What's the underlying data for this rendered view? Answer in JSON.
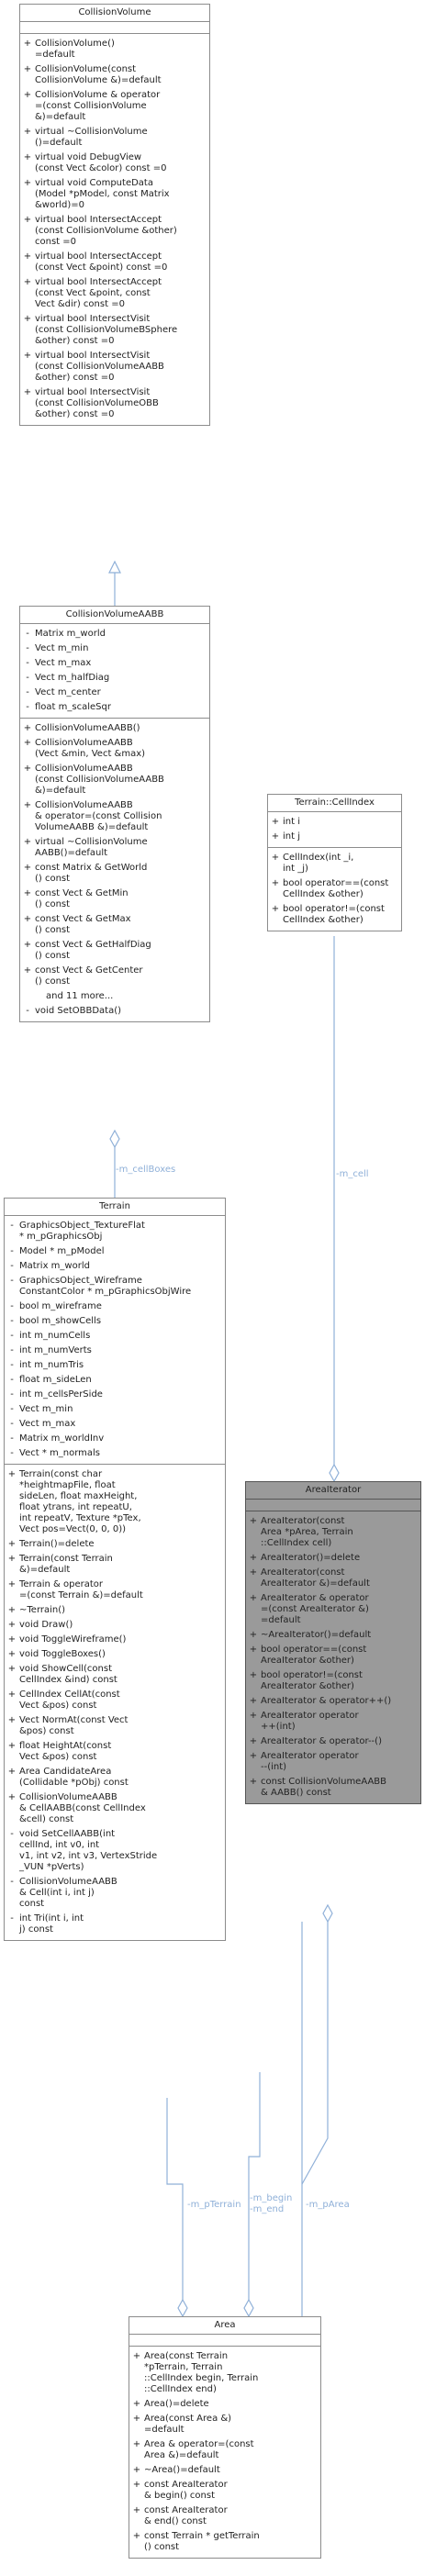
{
  "classes": {
    "collision_volume": {
      "name": "CollisionVolume",
      "methods": [
        "CollisionVolume()\n=default",
        "CollisionVolume(const\nCollisionVolume &)=default",
        "CollisionVolume & operator\n=(const CollisionVolume\n&)=default",
        "virtual ~CollisionVolume\n()=default",
        "virtual void DebugView\n(const Vect &color) const =0",
        "virtual void ComputeData\n(Model *pModel, const Matrix\n&world)=0",
        "virtual bool IntersectAccept\n(const CollisionVolume &other)\nconst =0",
        "virtual bool IntersectAccept\n(const Vect &point) const =0",
        "virtual bool IntersectAccept\n(const Vect &point, const\nVect &dir) const =0",
        "virtual bool IntersectVisit\n(const CollisionVolumeBSphere\n&other) const =0",
        "virtual bool IntersectVisit\n(const CollisionVolumeAABB\n&other) const =0",
        "virtual bool IntersectVisit\n(const CollisionVolumeOBB\n&other) const =0"
      ]
    },
    "collision_volume_aabb": {
      "name": "CollisionVolumeAABB",
      "attributes": [
        "Matrix m_world",
        "Vect m_min",
        "Vect m_max",
        "Vect m_halfDiag",
        "Vect m_center",
        "float m_scaleSqr"
      ],
      "methods": [
        "CollisionVolumeAABB()",
        "CollisionVolumeAABB\n(Vect &min, Vect &max)",
        "CollisionVolumeAABB\n(const CollisionVolumeAABB\n&)=default",
        "CollisionVolumeAABB\n& operator=(const Collision\nVolumeAABB &)=default",
        "virtual ~CollisionVolume\nAABB()=default",
        "const Matrix & GetWorld\n() const",
        "const Vect & GetMin\n() const",
        "const Vect & GetMax\n() const",
        "const Vect & GetHalfDiag\n() const",
        "const Vect & GetCenter\n() const"
      ],
      "more": "and 11 more...",
      "private_methods": [
        "void SetOBBData()"
      ]
    },
    "cell_index": {
      "name": "Terrain::CellIndex",
      "attributes": [
        "int i",
        "int j"
      ],
      "methods": [
        "CellIndex(int _i,\nint _j)",
        "bool operator==(const\nCellIndex &other)",
        "bool operator!=(const\nCellIndex &other)"
      ]
    },
    "terrain": {
      "name": "Terrain",
      "attributes": [
        "GraphicsObject_TextureFlat\n* m_pGraphicsObj",
        "Model * m_pModel",
        "Matrix m_world",
        "GraphicsObject_Wireframe\nConstantColor * m_pGraphicsObjWire",
        "bool m_wireframe",
        "bool m_showCells",
        "int m_numCells",
        "int m_numVerts",
        "int m_numTris",
        "float m_sideLen",
        "int m_cellsPerSide",
        "Vect m_min",
        "Vect m_max",
        "Matrix m_worldInv",
        "Vect * m_normals"
      ],
      "methods": [
        "Terrain(const char\n*heightmapFile, float\nsideLen, float maxHeight,\nfloat ytrans, int repeatU,\nint repeatV, Texture *pTex,\nVect pos=Vect(0, 0, 0))",
        "Terrain()=delete",
        "Terrain(const Terrain\n&)=default",
        "Terrain & operator\n=(const Terrain &)=default",
        "~Terrain()",
        "void Draw()",
        "void ToggleWireframe()",
        "void ToggleBoxes()",
        "void ShowCell(const\nCellIndex &ind) const",
        "CellIndex CellAt(const\nVect &pos) const",
        "Vect NormAt(const Vect\n&pos) const",
        "float HeightAt(const\nVect &pos) const",
        "Area CandidateArea\n(Collidable *pObj) const",
        "CollisionVolumeAABB\n& CellAABB(const CellIndex\n&cell) const"
      ],
      "private_methods": [
        "void SetCellAABB(int\ncellInd, int v0, int\nv1, int v2, int v3, VertexStride\n_VUN *pVerts)",
        "CollisionVolumeAABB\n& Cell(int i, int j)\nconst",
        "int Tri(int i, int\nj) const"
      ]
    },
    "area_iterator": {
      "name": "AreaIterator",
      "methods": [
        "AreaIterator(const\nArea *pArea, Terrain\n::CellIndex cell)",
        "AreaIterator()=delete",
        "AreaIterator(const\nAreaIterator &)=default",
        "AreaIterator & operator\n=(const AreaIterator &)\n=default",
        "~AreaIterator()=default",
        "bool operator==(const\nAreaIterator &other)",
        "bool operator!=(const\nAreaIterator &other)",
        "AreaIterator & operator++()",
        "AreaIterator operator\n++(int)",
        "AreaIterator & operator--()",
        "AreaIterator operator\n--(int)",
        "const CollisionVolumeAABB\n& AABB() const"
      ]
    },
    "area": {
      "name": "Area",
      "methods": [
        "Area(const Terrain\n*pTerrain, Terrain\n::CellIndex begin, Terrain\n::CellIndex end)",
        "Area()=delete",
        "Area(const Area &)\n=default",
        "Area & operator=(const\nArea &)=default",
        "~Area()=default",
        "const AreaIterator\n& begin() const",
        "const AreaIterator\n& end() const",
        "const Terrain * getTerrain\n() const"
      ]
    }
  },
  "edge_labels": {
    "cell_boxes": "-m_cellBoxes",
    "cell": "-m_cell",
    "p_terrain": "-m_pTerrain",
    "begin": "-m_begin",
    "end": "-m_end",
    "p_area": "-m_pArea"
  },
  "visibility": {
    "public": "+",
    "private": "-"
  },
  "colors": {
    "edge": "#8fb0d8",
    "border": "#8c8c8c",
    "highlight": "#9a9a9a"
  }
}
